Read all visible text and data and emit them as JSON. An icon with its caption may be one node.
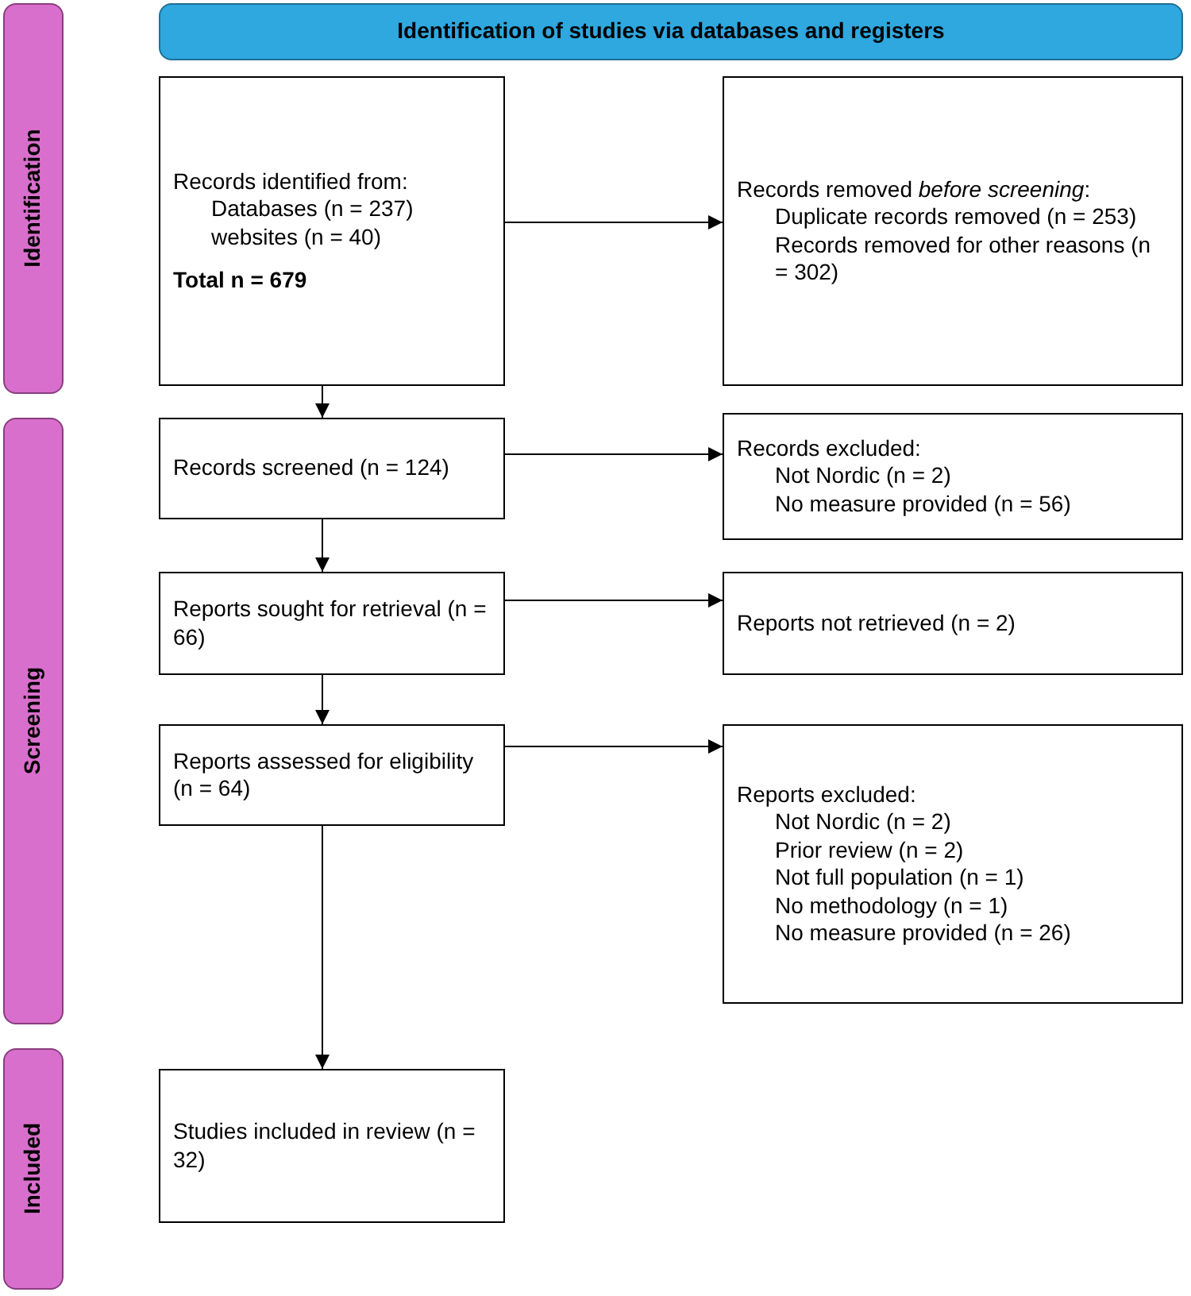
{
  "diagram": {
    "nodes": [
      {
        "text": [
          "Identification of studies via databases and registers"
        ]
      },
      {
        "text": [
          "Identification"
        ]
      },
      {
        "text": [
          "Records identified from:",
          "Databases (n = 237)",
          "websites (n = 40)",
          "Total n = 679"
        ]
      },
      {
        "text": [
          "Records removed *before screening*:",
          "Duplicate records removed (n = 253)",
          "Records removed for other reasons (n = 302)"
        ]
      },
      {
        "text": [
          "Records screened (n = 124)"
        ]
      },
      {
        "text": [
          "Records excluded:",
          "Not Nordic (n = 2)",
          "No measure provided (n = 56)"
        ]
      },
      {
        "text": [
          "Screening"
        ]
      },
      {
        "text": [
          "Reports sought for retrieval (n = 66)"
        ]
      },
      {
        "text": [
          "Reports not retrieved (n = 2)"
        ]
      },
      {
        "text": [
          "Reports assessed for eligibility (n = 64)"
        ]
      },
      {
        "text": [
          "Reports excluded:",
          "Not Nordic (n = 2)",
          "Prior review (n = 2)",
          "Not full population (n = 1)",
          "No methodology (n = 1)",
          "No measure provided (n = 26)"
        ]
      },
      {
        "text": [
          "Included"
        ]
      },
      {
        "text": [
          "Studies included in review (n = 32)"
        ]
      }
    ],
    "edges": [
      {
        "from": 2,
        "to": 3,
        "arrow": "to"
      },
      {
        "from": 2,
        "to": 4,
        "arrow": "to"
      },
      {
        "from": 4,
        "to": 5,
        "arrow": "to"
      },
      {
        "from": 4,
        "to": 7,
        "arrow": "to"
      },
      {
        "from": 7,
        "to": 8,
        "arrow": "to"
      },
      {
        "from": 7,
        "to": 9,
        "arrow": "to"
      },
      {
        "from": 9,
        "to": 10,
        "arrow": "to"
      },
      {
        "from": 9,
        "to": 12,
        "arrow": "to"
      }
    ]
  }
}
